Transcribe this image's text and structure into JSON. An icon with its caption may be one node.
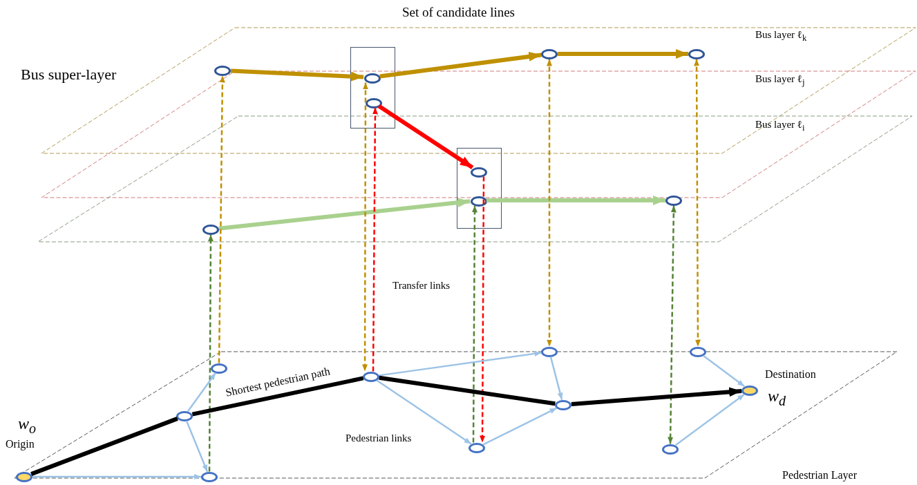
{
  "diagram": {
    "title": "Set of candidate lines",
    "nodes": [
      {
        "text": [],
        "shape": "circle"
      },
      {
        "text": [],
        "shape": "box"
      },
      {
        "text": [],
        "shape": "circle",
        "in": 1
      },
      {
        "text": [],
        "shape": "circle",
        "in": 1
      },
      {
        "text": [],
        "shape": "circle"
      },
      {
        "text": [],
        "shape": "circle"
      },
      {
        "text": [],
        "shape": "box"
      },
      {
        "text": [],
        "shape": "circle",
        "in": 6
      },
      {
        "text": [],
        "shape": "circle",
        "in": 6
      },
      {
        "text": [],
        "shape": "circle"
      },
      {
        "text": [],
        "shape": "circle"
      },
      {
        "text": [
          "Pedestrian Layer"
        ]
      },
      {
        "text": [],
        "shape": "circle",
        "in": 11
      },
      {
        "text": [],
        "shape": "circle",
        "in": 11
      },
      {
        "text": [],
        "shape": "circle",
        "in": 11
      },
      {
        "text": [],
        "shape": "circle",
        "in": 11
      },
      {
        "text": [],
        "shape": "circle",
        "in": 11,
        "beside": [
          "Destination",
          "w$_{d}$"
        ]
      },
      {
        "text": [],
        "shape": "circle",
        "in": 11
      },
      {
        "text": [],
        "shape": "circle",
        "in": 11
      },
      {
        "text": [],
        "shape": "circle",
        "in": 11
      },
      {
        "text": [],
        "shape": "circle",
        "in": 11
      },
      {
        "text": [],
        "shape": "circle",
        "in": 11,
        "beside": [
          "w$_{o}$",
          "Origin"
        ]
      },
      {
        "text": [],
        "shape": "circle",
        "in": 11
      }
    ],
    "edges": [
      {
        "from": 0,
        "to": 2,
        "arrow": "to",
        "style": "thick",
        "color": "#bf9000"
      },
      {
        "from": 2,
        "to": 4,
        "arrow": "to",
        "style": "thick",
        "color": "#bf9000"
      },
      {
        "from": 4,
        "to": 5,
        "arrow": "to",
        "style": "thick",
        "color": "#bf9000"
      },
      {
        "from": 3,
        "to": 7,
        "arrow": "to",
        "style": "thick",
        "color": "#ff0000"
      },
      {
        "from": 9,
        "to": 8,
        "arrow": "to",
        "style": "thick",
        "color": "#a9d18e"
      },
      {
        "from": 8,
        "to": 10,
        "arrow": "to",
        "style": "thick",
        "color": "#a9d18e"
      },
      {
        "from": 12,
        "to": 0,
        "arrow": "to",
        "style": "dashed",
        "color": "#bf9000"
      },
      {
        "from": 22,
        "to": 9,
        "arrow": "to",
        "style": "dashed",
        "color": "#548235"
      },
      {
        "from": 2,
        "to": 15,
        "arrow": "both",
        "style": "dashed",
        "color": "#bf9000"
      },
      {
        "from": 15,
        "to": 3,
        "arrow": "to",
        "style": "dashed",
        "color": "#ff0000"
      },
      {
        "from": 19,
        "to": 8,
        "arrow": "to",
        "style": "dashed",
        "color": "#548235"
      },
      {
        "from": 7,
        "to": 19,
        "arrow": "to",
        "style": "dashed",
        "color": "#ff0000"
      },
      {
        "from": 4,
        "to": 13,
        "arrow": "both",
        "style": "dashed",
        "color": "#bf9000"
      },
      {
        "from": 10,
        "to": 20,
        "arrow": "both",
        "style": "dashed",
        "color": "#548235"
      },
      {
        "from": 5,
        "to": 14,
        "arrow": "both",
        "style": "dashed",
        "color": "#bf9000"
      },
      {
        "from": 21,
        "to": 22,
        "arrow": "to",
        "color": "#9dc3e6"
      },
      {
        "from": 18,
        "to": 12,
        "arrow": "to",
        "color": "#9dc3e6"
      },
      {
        "from": 18,
        "to": 22,
        "arrow": "to",
        "color": "#9dc3e6"
      },
      {
        "from": 15,
        "to": 13,
        "arrow": "to",
        "color": "#9dc3e6"
      },
      {
        "from": 15,
        "to": 19,
        "arrow": "to",
        "color": "#9dc3e6"
      },
      {
        "from": 19,
        "to": 17,
        "arrow": "to",
        "color": "#9dc3e6"
      },
      {
        "from": 13,
        "to": 17,
        "arrow": "to",
        "color": "#9dc3e6"
      },
      {
        "from": 14,
        "to": 16,
        "arrow": "to",
        "color": "#9dc3e6"
      },
      {
        "from": 20,
        "to": 16,
        "arrow": "to",
        "color": "#9dc3e6"
      },
      {
        "from": 21,
        "to": 18,
        "arrow": "none",
        "style": "thick",
        "color": "#000000"
      },
      {
        "from": 18,
        "to": 15,
        "arrow": "none",
        "style": "thick",
        "color": "#000000",
        "label": "Shortest pedestrian path"
      },
      {
        "from": 15,
        "to": 17,
        "arrow": "none",
        "style": "thick",
        "color": "#000000"
      },
      {
        "from": 17,
        "to": 16,
        "arrow": "to",
        "style": "thick",
        "color": "#000000"
      }
    ],
    "labels": [
      "Bus layer ℓ$_{k}$",
      "Bus super-layer",
      "Bus layer ℓ$_{j}$",
      "Bus layer ℓ$_{i}$",
      "Transfer links",
      "Pedestrian links"
    ]
  }
}
